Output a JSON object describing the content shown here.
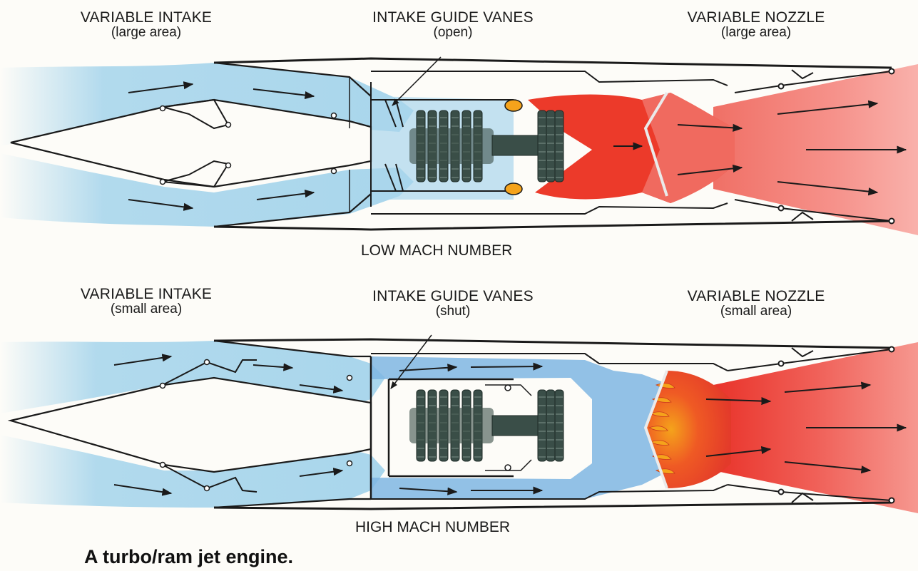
{
  "low": {
    "intake_title": "VARIABLE INTAKE",
    "intake_sub": "(large area)",
    "vanes_title": "INTAKE GUIDE VANES",
    "vanes_sub": "(open)",
    "nozzle_title": "VARIABLE NOZZLE",
    "nozzle_sub": "(large area)",
    "mach_label": "LOW  MACH NUMBER"
  },
  "high": {
    "intake_title": "VARIABLE INTAKE",
    "intake_sub": "(small area)",
    "vanes_title": "INTAKE GUIDE VANES",
    "vanes_sub": "(shut)",
    "nozzle_title": "VARIABLE NOZZLE",
    "nozzle_sub": "(small area)",
    "mach_label": "HIGH MACH NUMBER"
  },
  "caption": "A turbo/ram jet engine.",
  "colors": {
    "cold_air": "#a9d6ec",
    "duct_air": "#7fb6e3",
    "hot_gas": "#ec3a2a",
    "exhaust": "#f48a82",
    "flame": "#f5a31b",
    "compressor": "#3a4e48",
    "outline": "#1a1a1a"
  }
}
